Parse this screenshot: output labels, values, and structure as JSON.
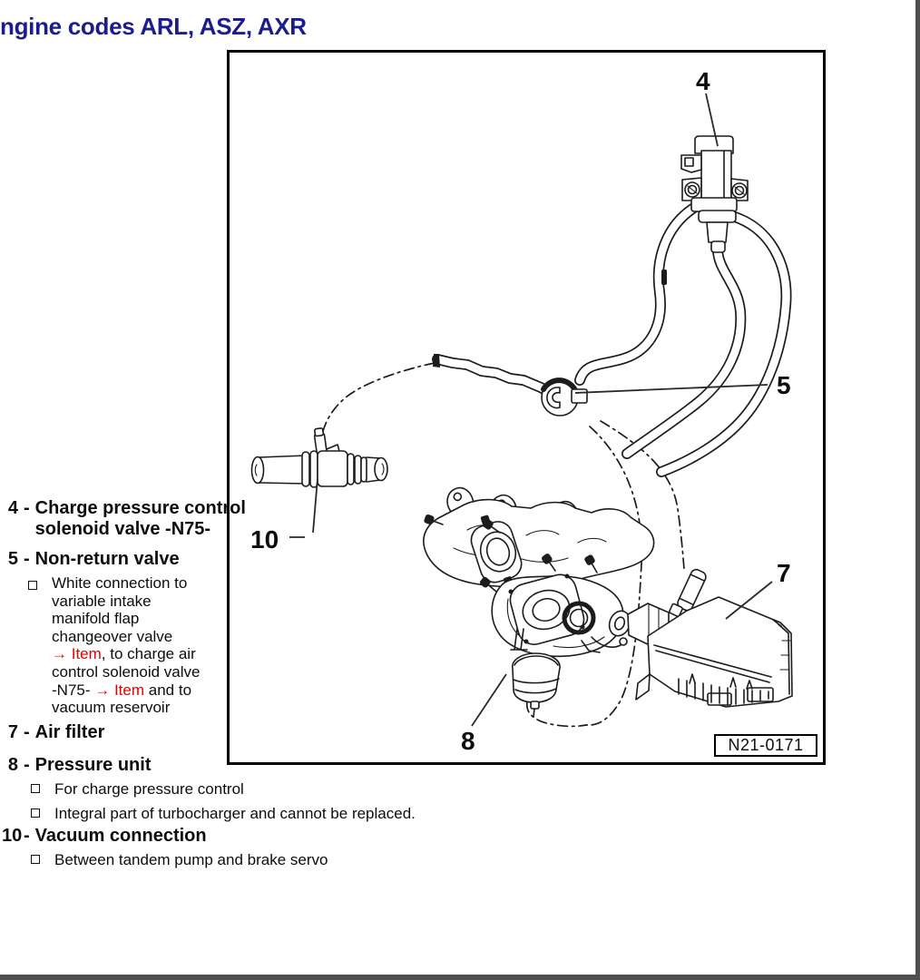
{
  "page": {
    "title": "ngine codes ARL, ASZ, AXR",
    "figure_code": "N21-0171"
  },
  "colors": {
    "title_blue": "#1c1c8f",
    "link_red": "#e60000",
    "line_art": "#1c1c1c",
    "page_edge_gray": "#4f4f4f"
  },
  "callouts": {
    "item4": "4",
    "item5": "5",
    "item7": "7",
    "item8": "8",
    "item10": "10"
  },
  "legend": {
    "item4": {
      "num": "4",
      "dash": "-",
      "name_line1": "Charge pressure control",
      "name_line2": "solenoid valve -N75-"
    },
    "item5": {
      "num": "5",
      "dash": "-",
      "name": "Non-return valve",
      "note": {
        "l1": "White connection to",
        "l2": "variable intake",
        "l3": "manifold flap",
        "l4": "changeover valve",
        "l5_red": "→ Item",
        "l5_rest": ", to charge air",
        "l6": "control solenoid valve",
        "l7_a": "-N75- ",
        "l7_red": "→ Item",
        "l7_b": " and to",
        "l8": "vacuum reservoir"
      }
    },
    "item7": {
      "num": "7",
      "dash": "-",
      "name": "Air filter"
    },
    "item8": {
      "num": "8",
      "dash": "-",
      "name": "Pressure unit",
      "note1": "For charge pressure control",
      "note2": "Integral part of turbocharger and cannot be replaced."
    },
    "item10": {
      "num": "10",
      "dash": "-",
      "name": "Vacuum connection",
      "note1": "Between tandem pump and brake servo"
    }
  }
}
